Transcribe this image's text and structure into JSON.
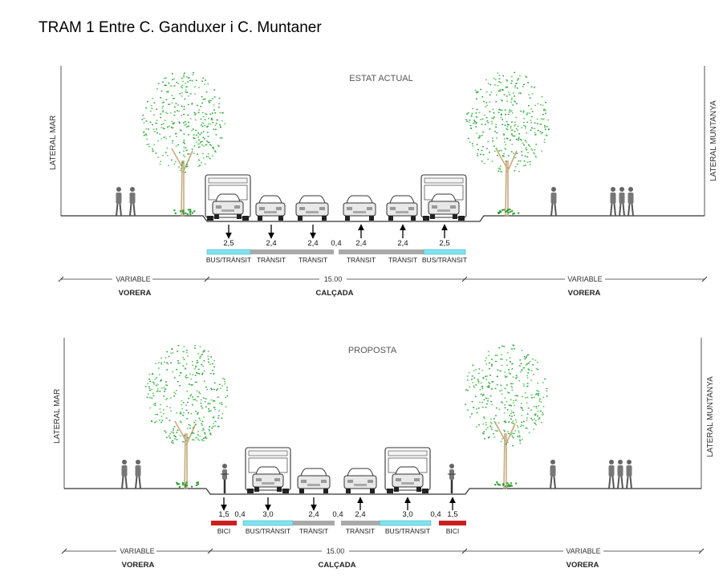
{
  "title": "TRAM 1 Entre C. Ganduxer i C. Muntaner",
  "colors": {
    "bus": "#7fe3ef",
    "transit": "#a9a9a9",
    "bici": "#cc1f1f",
    "tree": "#2eaf3a",
    "trunk": "#c8a97e",
    "line": "#333333"
  },
  "sections": [
    {
      "heading": "ESTAT ACTUAL",
      "side_left": "LATERAL  MAR",
      "side_right": "LATERAL  MUNTANYA",
      "lanes": [
        {
          "width": "2,5",
          "dir": "down",
          "type": "bus",
          "label": "BUS/TRÀNSIT"
        },
        {
          "width": "2,4",
          "dir": "down",
          "type": "transit",
          "label": "TRÀNSIT"
        },
        {
          "width": "2,4",
          "dir": "down",
          "type": "transit",
          "label": "TRÀNSIT"
        },
        {
          "width": "0,4",
          "dir": "none",
          "type": "gap",
          "label": ""
        },
        {
          "width": "2,4",
          "dir": "up",
          "type": "transit",
          "label": "TRÀNSIT"
        },
        {
          "width": "2,4",
          "dir": "up",
          "type": "transit",
          "label": "TRÀNSIT"
        },
        {
          "width": "2,5",
          "dir": "up",
          "type": "bus",
          "label": "BUS/TRÀNSIT"
        }
      ],
      "dims": {
        "left": "VARIABLE",
        "center": "15.00",
        "right": "VARIABLE"
      },
      "zones": {
        "left": "VORERA",
        "center": "CALÇADA",
        "right": "VORERA"
      }
    },
    {
      "heading": "PROPOSTA",
      "side_left": "LATERAL  MAR",
      "side_right": "LATERAL  MUNTANYA",
      "lanes": [
        {
          "width": "1,5",
          "dir": "down",
          "type": "bici",
          "label": "BICI"
        },
        {
          "width": "0,4",
          "dir": "none",
          "type": "gap",
          "label": ""
        },
        {
          "width": "3,0",
          "dir": "down",
          "type": "bus",
          "label": "BUS/TRÀNSIT"
        },
        {
          "width": "2,4",
          "dir": "down",
          "type": "transit",
          "label": "TRÀNSIT"
        },
        {
          "width": "0,4",
          "dir": "none",
          "type": "gap",
          "label": ""
        },
        {
          "width": "2,4",
          "dir": "up",
          "type": "transit",
          "label": "TRÀNSIT"
        },
        {
          "width": "3,0",
          "dir": "up",
          "type": "bus",
          "label": "BUS/TRÀNSIT"
        },
        {
          "width": "0,4",
          "dir": "none",
          "type": "gap",
          "label": ""
        },
        {
          "width": "1,5",
          "dir": "up",
          "type": "bici",
          "label": "BICI"
        }
      ],
      "dims": {
        "left": "VARIABLE",
        "center": "15.00",
        "right": "VARIABLE"
      },
      "zones": {
        "left": "VORERA",
        "center": "CALÇADA",
        "right": "VORERA"
      }
    }
  ]
}
